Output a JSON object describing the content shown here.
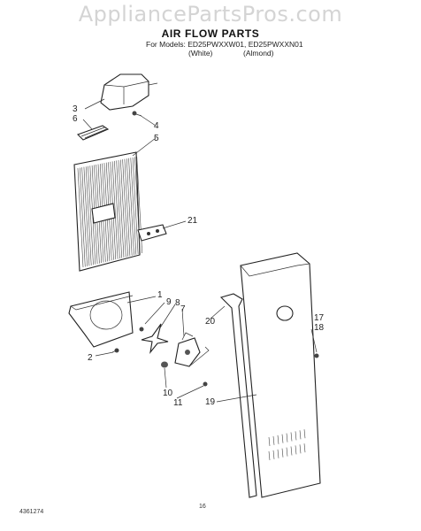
{
  "watermark": "AppliancePartsPros.com",
  "title": "AIR FLOW PARTS",
  "models_line": "For Models: ED25PWXXW01, ED25PWXXN01",
  "color_white": "(White)",
  "color_almond": "(Almond)",
  "doc_code": "4361274",
  "page_number": "16",
  "callouts": [
    "3",
    "6",
    "4",
    "5",
    "21",
    "1",
    "9",
    "8",
    "7",
    "2",
    "10",
    "11",
    "20",
    "17",
    "18",
    "19"
  ]
}
